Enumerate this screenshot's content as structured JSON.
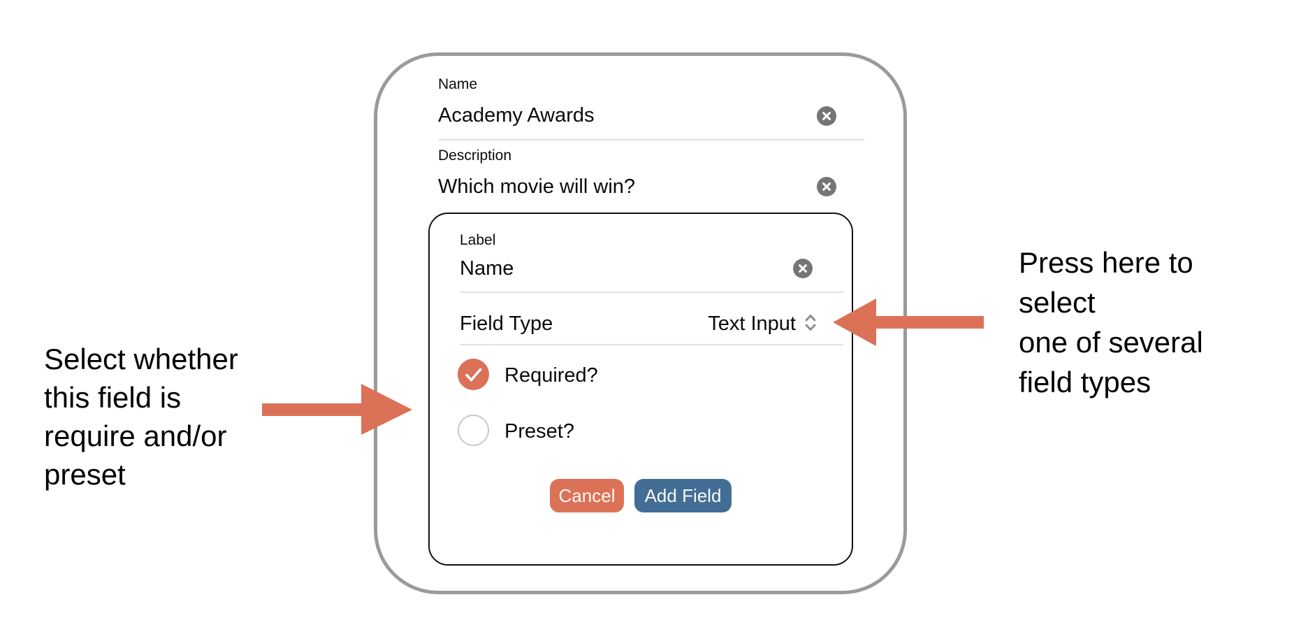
{
  "form": {
    "name_label": "Name",
    "name_value": "Academy Awards",
    "description_label": "Description",
    "description_value": "Which movie will win?"
  },
  "modal": {
    "label_caption": "Label",
    "label_value": "Name",
    "field_type_label": "Field Type",
    "field_type_value": "Text Input",
    "required_label": "Required?",
    "required_checked": true,
    "preset_label": "Preset?",
    "preset_checked": false,
    "cancel_label": "Cancel",
    "add_field_label": "Add Field"
  },
  "annotations": {
    "left": {
      "lines": [
        "Select whether",
        "this field is",
        "require and/or",
        "preset"
      ]
    },
    "right": {
      "lines": [
        "Press here to",
        "select",
        "one of several",
        "field types"
      ]
    }
  },
  "icons": {
    "clear": "clear-x-in-circle",
    "field_type": "up-down-chevrons",
    "required": "checkmark"
  },
  "colors": {
    "accent_orange": "#DB7257",
    "button_blue": "#426D95",
    "icon_gray": "#757575",
    "frame_gray": "#9A9A9A",
    "divider_gray": "#E2E2E2",
    "circle_border_gray": "#C9C9C9",
    "chevron_gray": "#8A8A8E"
  }
}
